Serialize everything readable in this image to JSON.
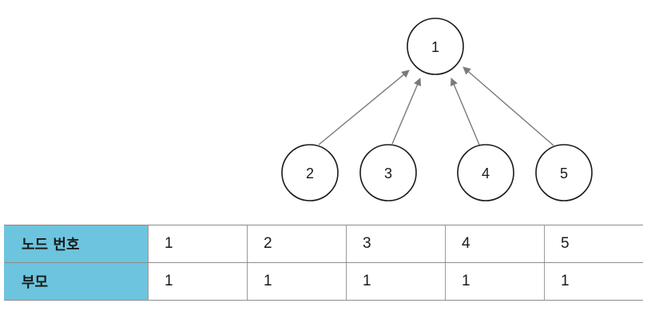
{
  "tree": {
    "root": {
      "label": "1"
    },
    "children": [
      {
        "label": "2"
      },
      {
        "label": "3"
      },
      {
        "label": "4"
      },
      {
        "label": "5"
      }
    ]
  },
  "table": {
    "rows": [
      {
        "header": "노드 번호",
        "cells": [
          "1",
          "2",
          "3",
          "4",
          "5"
        ]
      },
      {
        "header": "부모",
        "cells": [
          "1",
          "1",
          "1",
          "1",
          "1"
        ]
      }
    ]
  },
  "colors": {
    "header_bg": "#6cc4de",
    "edge": "#7a7a7a",
    "node_stroke": "#1a1a1a"
  }
}
